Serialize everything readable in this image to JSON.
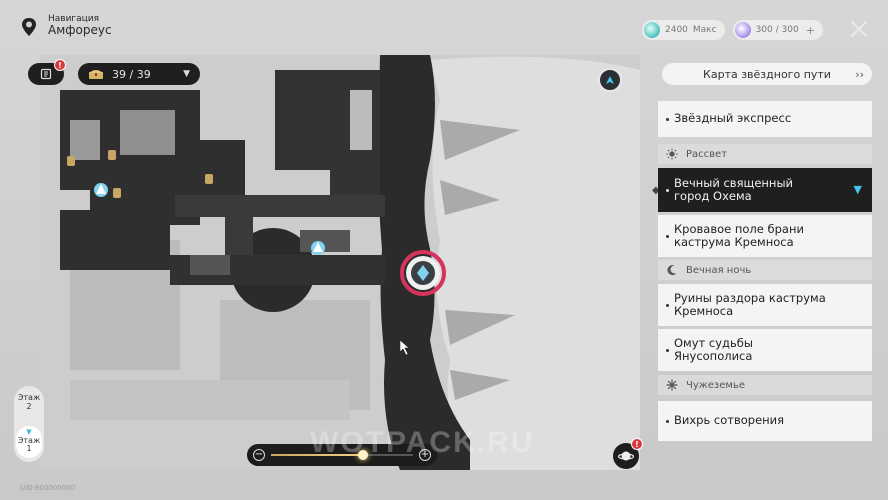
{
  "nav": {
    "title": "Навигация",
    "location": "Амфореус"
  },
  "resources": [
    {
      "icon": "trailblaze-power-icon",
      "value": "2400",
      "extra": "Макс"
    },
    {
      "icon": "reserved-power-icon",
      "value": "300 / 300",
      "extra": "+"
    }
  ],
  "map_controls": {
    "mission_badge": "!",
    "chest_count": "39 / 39",
    "floors": [
      {
        "label": "Этаж",
        "num": "2"
      },
      {
        "label": "Этаж",
        "num": "1"
      }
    ],
    "zoom_level": 0.65,
    "bottom_badge": "!",
    "watermark": "WOTPACK.RU",
    "uid": "UID:800000000"
  },
  "panel": {
    "header": "Карта звёздного пути",
    "items": [
      {
        "kind": "item",
        "label": "Звёздный экспресс"
      },
      {
        "kind": "section",
        "icon": "sun-icon",
        "label": "Рассвет"
      },
      {
        "kind": "item",
        "label": "Вечный священный город Охема",
        "active": true
      },
      {
        "kind": "item",
        "label": "Кровавое поле брани каструма Кремноса"
      },
      {
        "kind": "section",
        "icon": "moon-icon",
        "label": "Вечная ночь"
      },
      {
        "kind": "item",
        "label": "Руины раздора каструма Кремноса"
      },
      {
        "kind": "item",
        "label": "Омут судьбы Янусополиса"
      },
      {
        "kind": "section",
        "icon": "star-burst-icon",
        "label": "Чужеземье"
      },
      {
        "kind": "item",
        "label": "Вихрь сотворения"
      }
    ]
  },
  "colors": {
    "dark_road": "#2a2a2a",
    "marker_ring": "#d6335d",
    "accent_cyan": "#46c3e6",
    "zoom_gold": "#f2d083"
  }
}
